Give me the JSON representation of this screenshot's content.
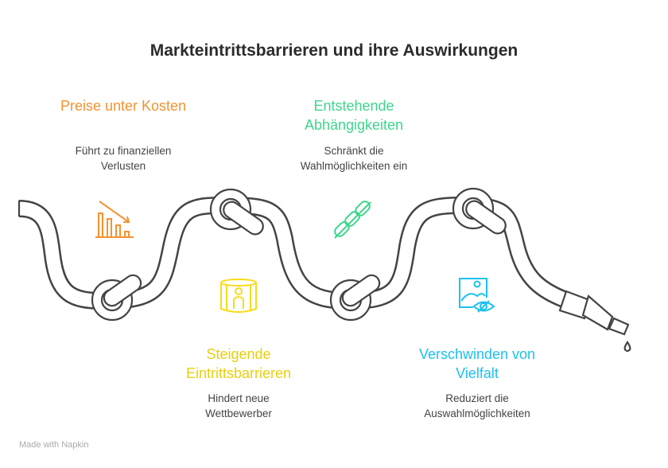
{
  "title": "Markteintrittsbarrieren und ihre Auswirkungen",
  "items": [
    {
      "heading": "Preise unter Kosten",
      "description": "Führt zu finanziellen Verlusten",
      "color": "#f5922f",
      "icon": "declining-bar-chart-icon"
    },
    {
      "heading": "Steigende Eintrittsbarrieren",
      "description": "Hindert neue Wettbewerber",
      "color": "#f7dc1b",
      "icon": "person-enclosed-barrier-icon"
    },
    {
      "heading": "Entstehende Abhängigkeiten",
      "description": "Schränkt die Wahlmöglichkeiten ein",
      "color": "#3dd68c",
      "icon": "chain-link-icon"
    },
    {
      "heading": "Verschwinden von Vielfalt",
      "description": "Reduziert die Auswahlmöglichkeiten",
      "color": "#1ec0f0",
      "icon": "image-hidden-icon"
    }
  ],
  "footer": "Made with  Napkin"
}
